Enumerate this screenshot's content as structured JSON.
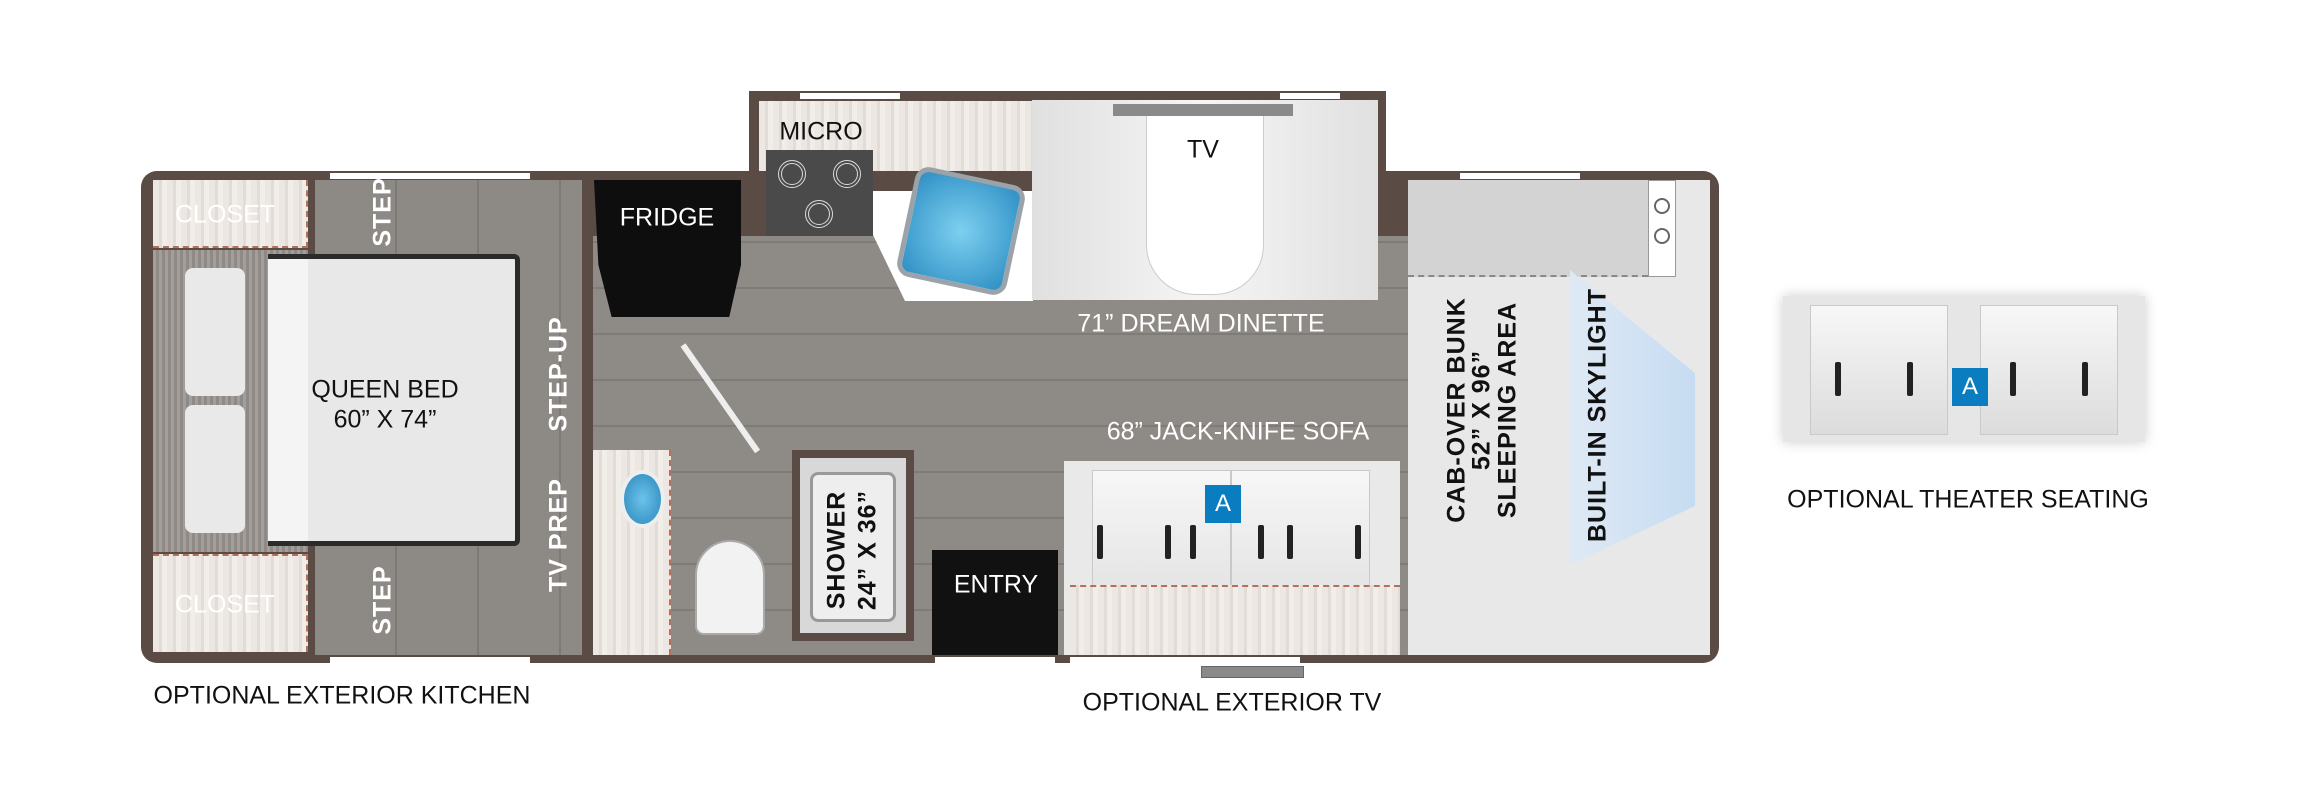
{
  "labels": {
    "closet_top": "CLOSET",
    "closet_bottom": "CLOSET",
    "step_top": "STEP",
    "step_bottom": "STEP",
    "queen_bed": "QUEEN BED",
    "queen_bed_size": "60” X 74”",
    "step_up": "STEP-UP",
    "tv_prep": "TV PREP",
    "fridge": "FRIDGE",
    "micro": "MICRO",
    "tv": "TV",
    "dinette": "71” DREAM DINETTE",
    "sofa": "68” JACK-KNIFE SOFA",
    "shower": "SHOWER",
    "shower_size": "24” X 36”",
    "entry": "ENTRY",
    "cabover_1": "CAB-OVER BUNK",
    "cabover_2": "52” X 96”",
    "cabover_3": "SLEEPING AREA",
    "skylight": "BUILT-IN SKYLIGHT",
    "badge_a": "A",
    "optional_exterior_kitchen": "OPTIONAL EXTERIOR KITCHEN",
    "optional_exterior_tv": "OPTIONAL EXTERIOR TV",
    "optional_theater_seating": "OPTIONAL THEATER SEATING",
    "theater_badge": "A"
  },
  "colors": {
    "wall": "#5b4b45",
    "badge": "#0a7cc0",
    "sink": "#4fb3e0"
  }
}
